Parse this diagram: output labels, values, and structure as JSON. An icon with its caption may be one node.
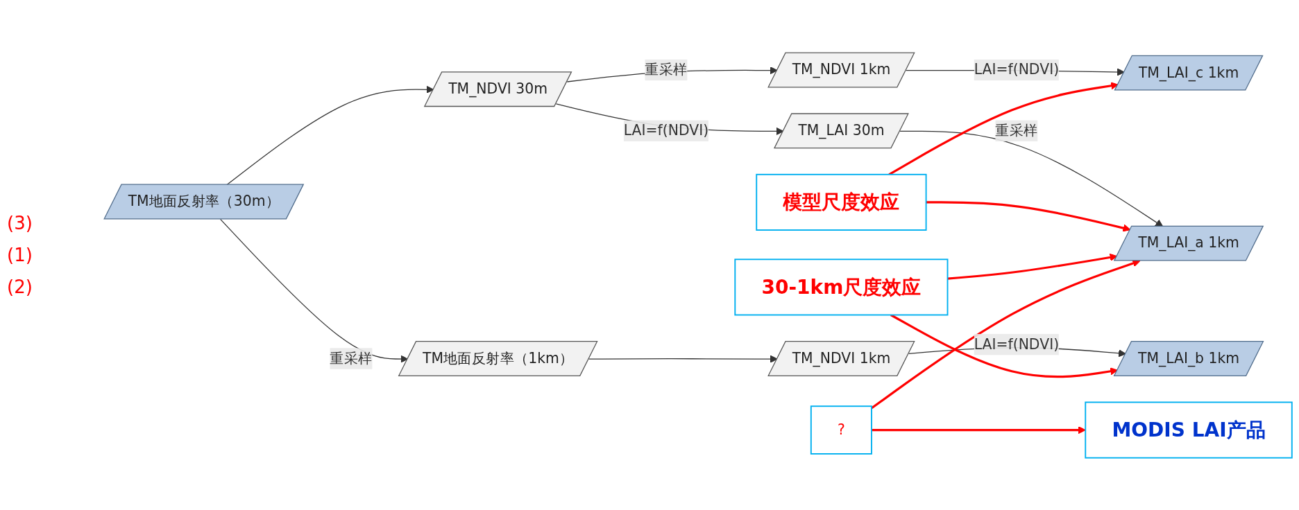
{
  "diagram": {
    "nodes": [
      {
        "text": [
          "TM地面反射率（30m）"
        ]
      },
      {
        "text": [
          "TM_NDVI 30m"
        ]
      },
      {
        "text": [
          "TM_NDVI 1km"
        ]
      },
      {
        "text": [
          "TM_LAI_c 1km"
        ]
      },
      {
        "text": [
          "TM_LAI 30m"
        ]
      },
      {
        "text": [
          "TM_LAI_a 1km"
        ]
      },
      {
        "text": [
          "TM地面反射率（1km）"
        ]
      },
      {
        "text": [
          "TM_NDVI 1km"
        ]
      },
      {
        "text": [
          "TM_LAI_b 1km"
        ]
      },
      {
        "text": [
          "模型尺度效应"
        ]
      },
      {
        "text": [
          "30-1km尺度效应"
        ]
      },
      {
        "text": [
          "?"
        ]
      },
      {
        "text": [
          "MODIS LAI产品"
        ]
      }
    ],
    "edges": [
      {
        "from": 0,
        "to": 1,
        "arrow": "to"
      },
      {
        "from": 1,
        "to": 2,
        "label": "重采样",
        "arrow": "to"
      },
      {
        "from": 2,
        "to": 3,
        "label": "LAI=f(NDVI)",
        "arrow": "to"
      },
      {
        "from": 1,
        "to": 4,
        "label": "LAI=f(NDVI)",
        "arrow": "to"
      },
      {
        "from": 4,
        "to": 5,
        "label": "重采样",
        "arrow": "to"
      },
      {
        "from": 0,
        "to": 6,
        "label": "重采样",
        "arrow": "to"
      },
      {
        "from": 6,
        "to": 7,
        "arrow": "to"
      },
      {
        "from": 7,
        "to": 8,
        "label": "LAI=f(NDVI)",
        "arrow": "to"
      },
      {
        "from": 9,
        "to": 3,
        "arrow": "to",
        "color": "#ff0000"
      },
      {
        "from": 9,
        "to": 5,
        "arrow": "to",
        "color": "#ff0000"
      },
      {
        "from": 10,
        "to": 5,
        "arrow": "to",
        "color": "#ff0000"
      },
      {
        "from": 10,
        "to": 8,
        "arrow": "to",
        "color": "#ff0000"
      },
      {
        "from": 11,
        "to": 5,
        "arrow": "to",
        "color": "#ff0000"
      },
      {
        "from": 11,
        "to": 12,
        "arrow": "to",
        "color": "#ff0000"
      }
    ],
    "labels": [
      "(3)",
      "(1)",
      "(2)"
    ]
  }
}
